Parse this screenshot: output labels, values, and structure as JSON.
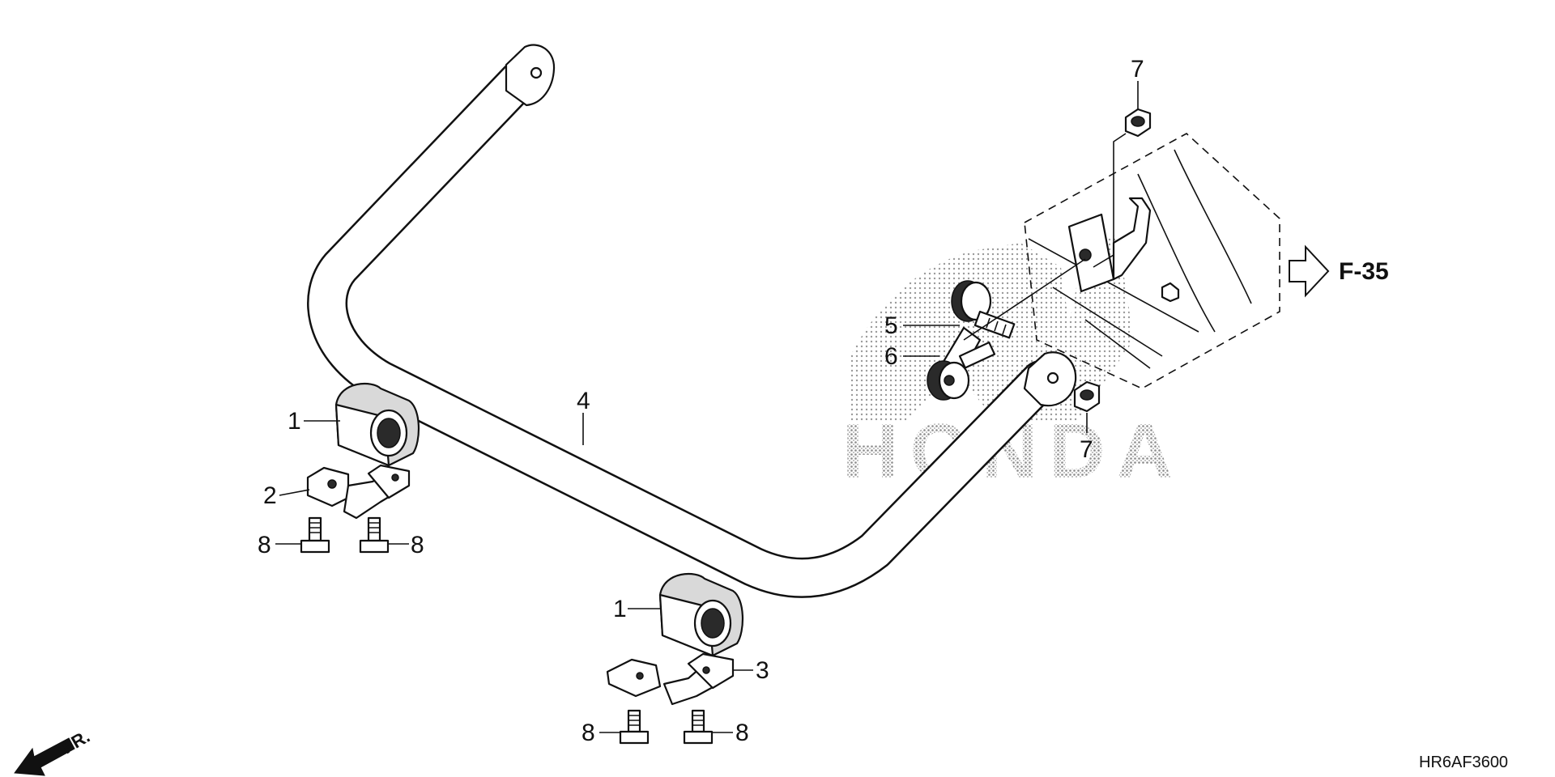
{
  "diagram": {
    "callouts": {
      "bushing_left": "1",
      "holder_left": "2",
      "bolt_left_a": "8",
      "bolt_left_b": "8",
      "bushing_right": "1",
      "holder_right": "3",
      "bolt_right_a": "8",
      "bolt_right_b": "8",
      "stabilizer_bar": "4",
      "link_upper": "5",
      "link_lower": "6",
      "nut_top": "7",
      "nut_bottom": "7"
    },
    "reference_label": "F-35",
    "direction_label": "FR.",
    "watermark_text": "HONDA",
    "diagram_code": "HR6AF3600"
  }
}
